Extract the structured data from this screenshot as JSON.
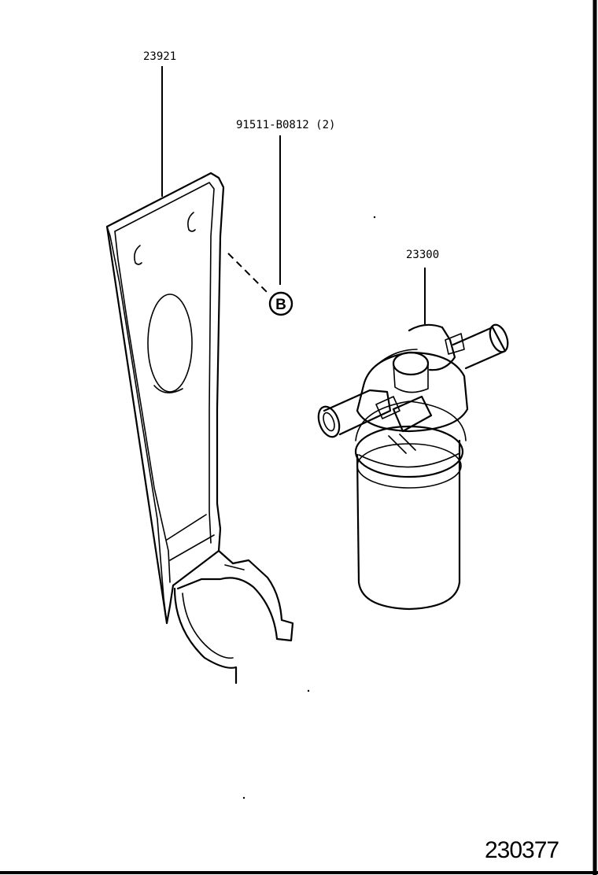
{
  "parts": {
    "bracket": {
      "number": "23921"
    },
    "bolt": {
      "number": "91511-B0812 (2)",
      "callout": "B"
    },
    "filter": {
      "number": "23300"
    }
  },
  "diagram_ref": "230377"
}
